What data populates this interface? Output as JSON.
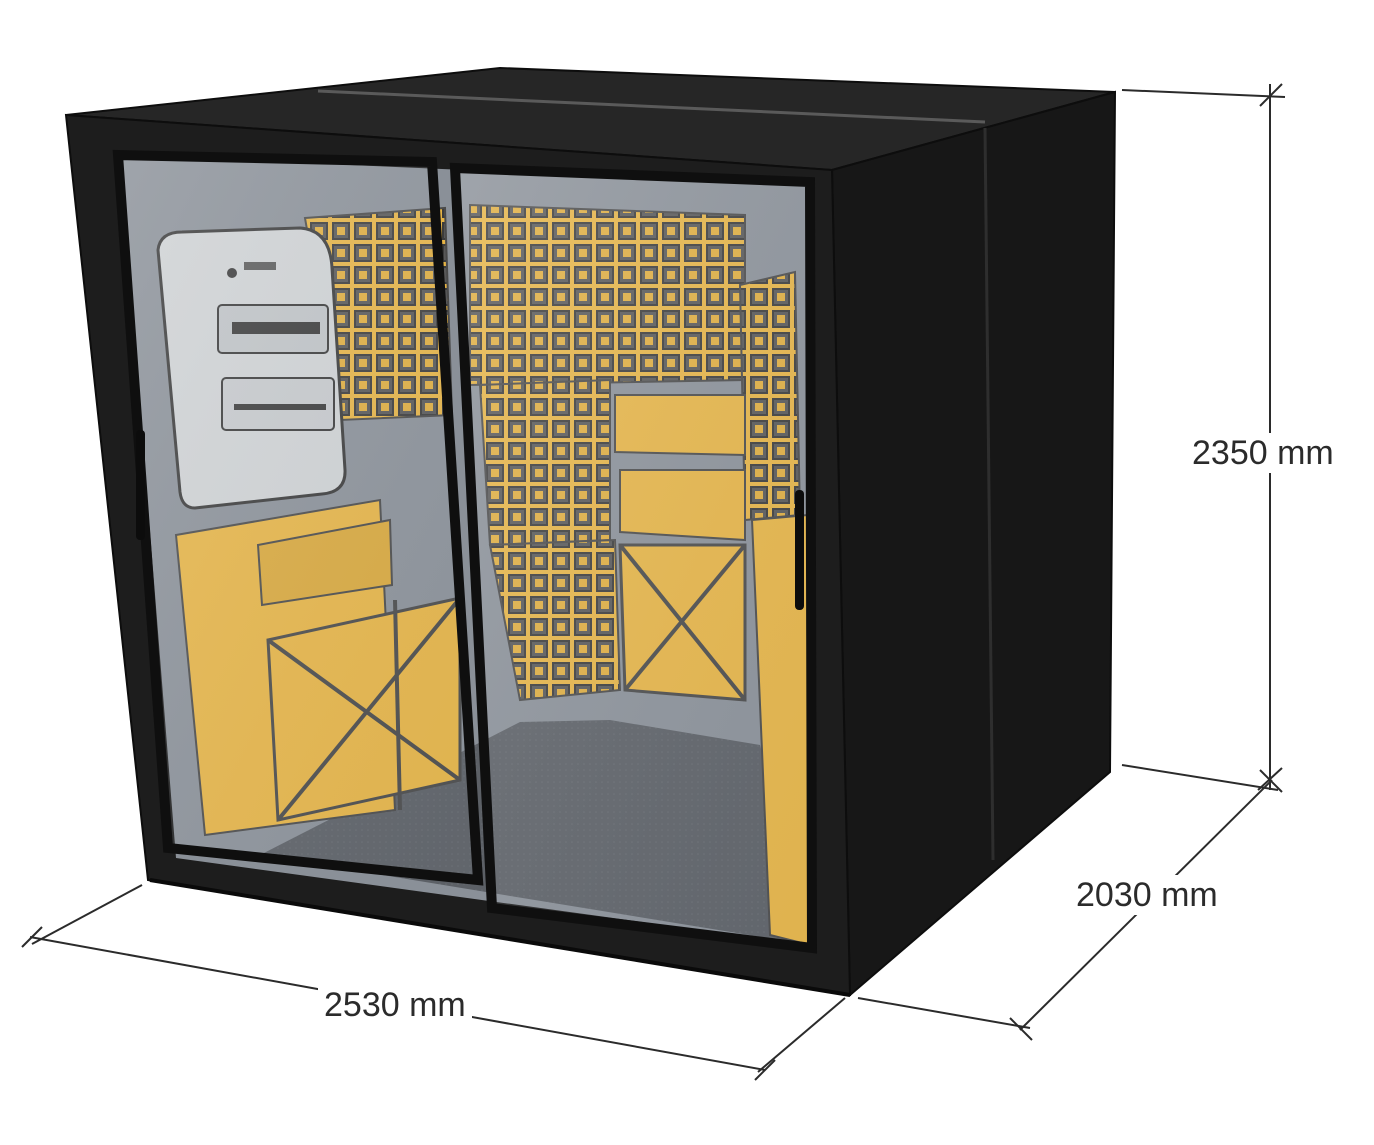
{
  "dimensions": {
    "width": "2530 mm",
    "depth": "2030 mm",
    "height": "2350 mm"
  },
  "colors": {
    "cabinet_body": "#1f1f1f",
    "cabinet_side": "#151515",
    "cabinet_top": "#262626",
    "glass_tint": "#7b8590",
    "rack_yellow": "#e6b446",
    "rack_frame": "#4a4a4a",
    "floor": "#5f6368",
    "cooling_unit": "#cfd2d4",
    "dimension_line": "#2b2b2b"
  },
  "icons": {
    "cooling_unit": "cooling-unit-icon",
    "door_handle": "door-handle-icon"
  }
}
